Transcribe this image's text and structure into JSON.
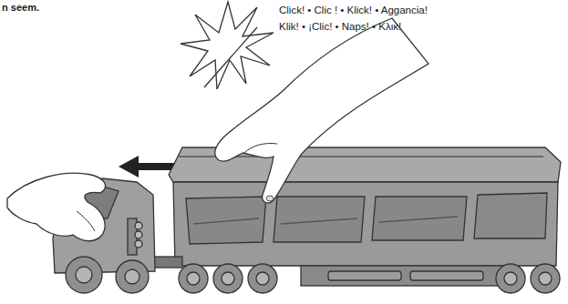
{
  "diagram": {
    "labels": [
      "n seem.",
      "Click! • Clic ! • Klick! • Aggancia!",
      "Klik! • ¡Clic! • Naps! • Κλικ!"
    ]
  }
}
